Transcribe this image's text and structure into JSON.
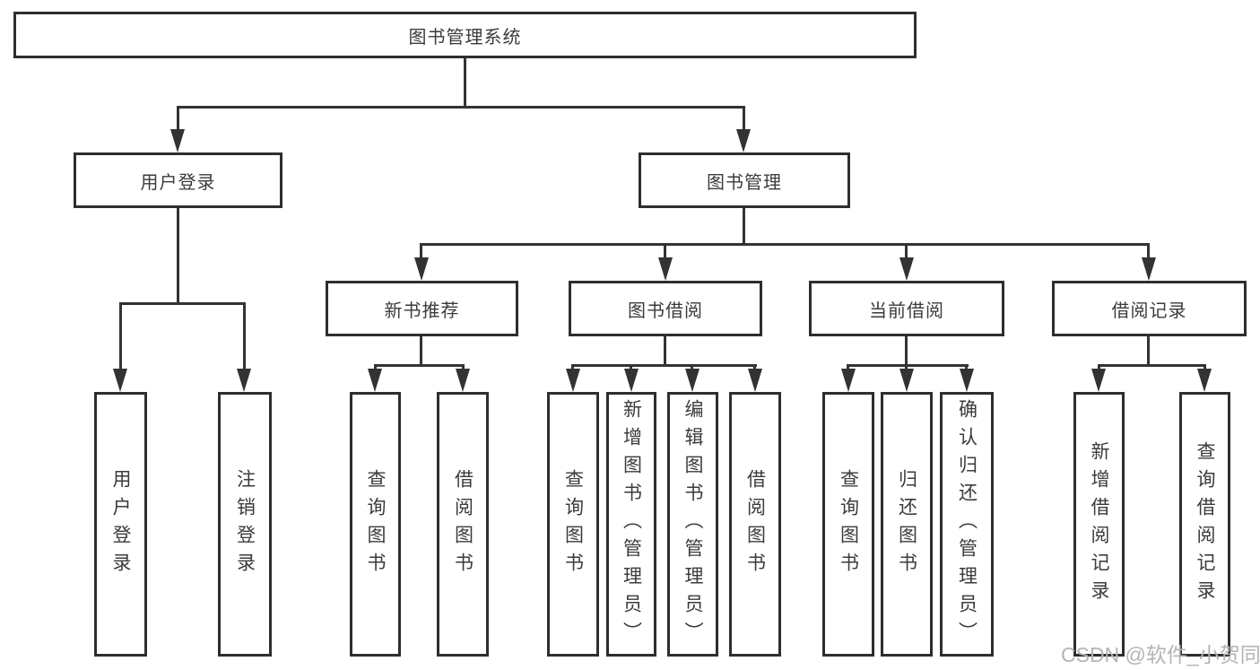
{
  "diagram": {
    "title": "图书管理系统",
    "root": {
      "label": "图书管理系统"
    },
    "level2": [
      {
        "label": "用户登录"
      },
      {
        "label": "图书管理"
      }
    ],
    "level3": [
      {
        "label": "新书推荐"
      },
      {
        "label": "图书借阅"
      },
      {
        "label": "当前借阅"
      },
      {
        "label": "借阅记录"
      }
    ],
    "leaves": {
      "user_login": [
        "用户登录",
        "注销登录"
      ],
      "new_books": [
        "查询图书",
        "借阅图书"
      ],
      "book_borrow": [
        "查询图书",
        "新增图书（管理员）",
        "编辑图书（管理员）",
        "借阅图书"
      ],
      "current_borrow": [
        "查询图书",
        "归还图书",
        "确认归还（管理员）"
      ],
      "borrow_records": [
        "新增借阅记录",
        "查询借阅记录"
      ]
    }
  },
  "watermark": {
    "text": "CSDN @软件_小贺同学"
  },
  "colors": {
    "line": "#333333",
    "box_border": "#2e2e2e",
    "text": "#3b3b3b",
    "watermark": "#b4b4b4",
    "background": "#ffffff"
  }
}
